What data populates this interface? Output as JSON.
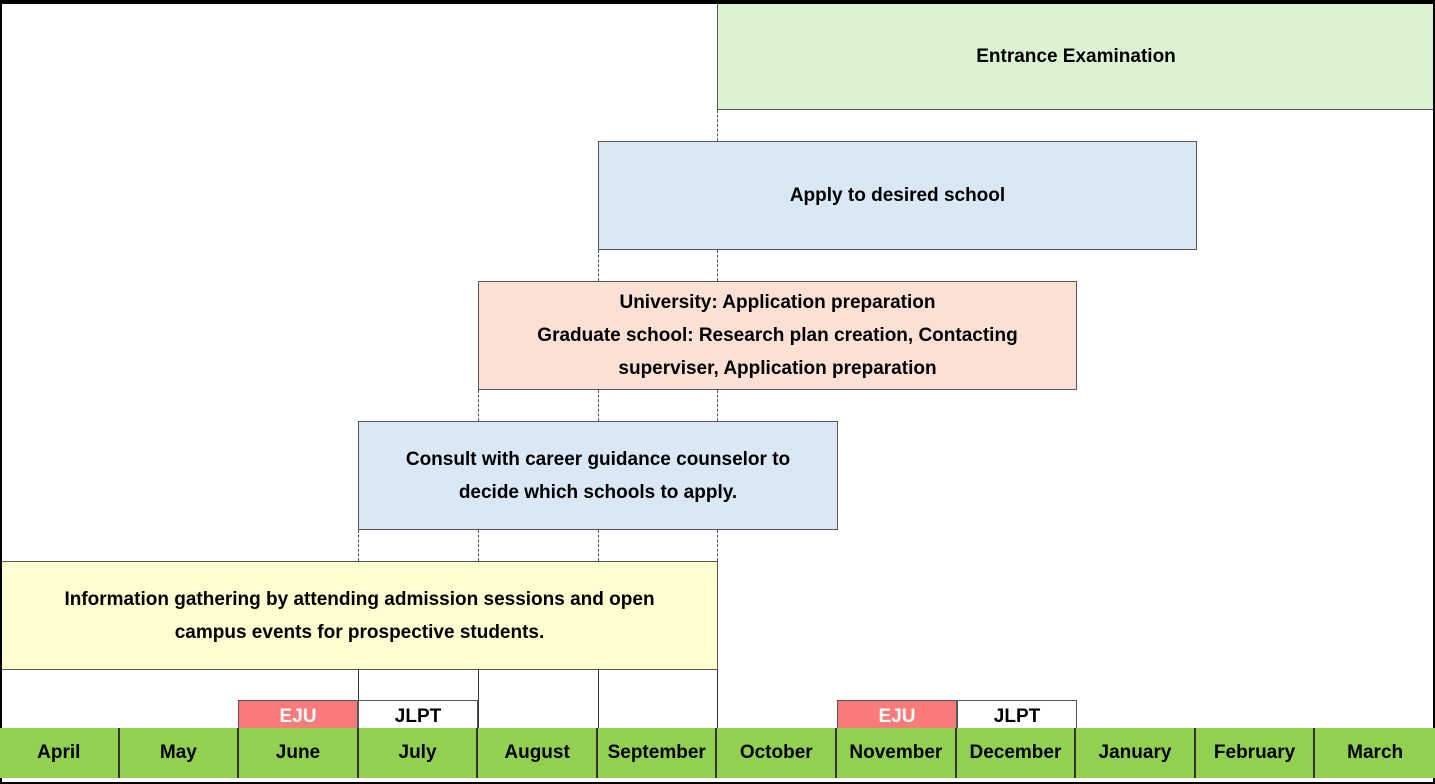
{
  "timeline": {
    "phases": {
      "entrance_exam": "Entrance Examination",
      "apply": "Apply to desired school",
      "preparation": {
        "line1": "University: Application preparation",
        "line2": "Graduate school: Research plan creation, Contacting",
        "line3": "superviser, Application preparation"
      },
      "consult": {
        "line1": "Consult with career guidance counselor to",
        "line2": "decide which schools to apply."
      },
      "info": {
        "line1": "Information gathering by attending admission sessions and open",
        "line2": "campus events for prospective students."
      }
    },
    "tests": {
      "eju_june": "EJU",
      "jlpt_july": "JLPT",
      "eju_november": "EJU",
      "jlpt_december": "JLPT"
    },
    "months": [
      "April",
      "May",
      "June",
      "July",
      "August",
      "September",
      "October",
      "November",
      "December",
      "January",
      "February",
      "March"
    ]
  },
  "colors": {
    "exam": "#dbf2d3",
    "apply": "#dae8f6",
    "preparation": "#fbe0d5",
    "consult": "#dae8f6",
    "info": "#fffed0",
    "eju": "#f87a7b",
    "months": "#92d050"
  }
}
